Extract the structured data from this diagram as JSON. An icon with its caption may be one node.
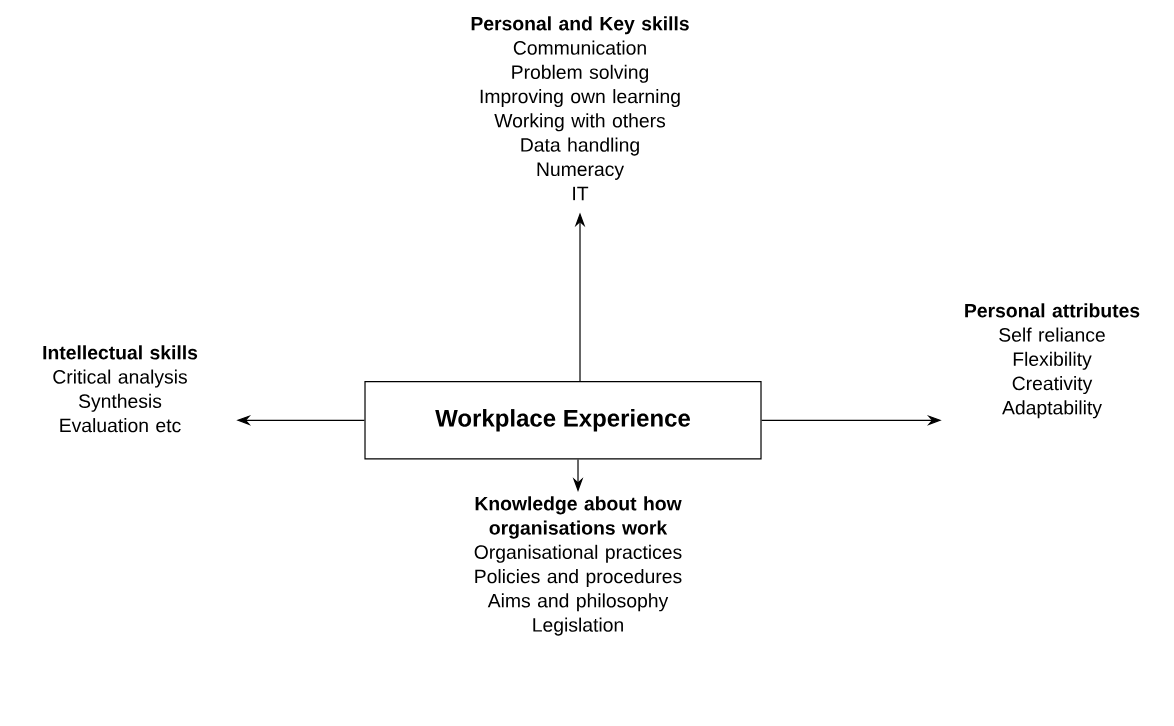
{
  "diagram": {
    "nodes": [
      {
        "text": [
          "Workplace Experience"
        ]
      },
      {
        "text": [
          "Personal and Key skills",
          "Communication",
          "Problem solving",
          "Improving own learning",
          "Working with others",
          "Data handling",
          "Numeracy",
          "IT"
        ]
      },
      {
        "text": [
          "Intellectual skills",
          "Critical analysis",
          "Synthesis",
          "Evaluation etc"
        ]
      },
      {
        "text": [
          "Personal attributes",
          "Self reliance",
          "Flexibility",
          "Creativity",
          "Adaptability"
        ]
      },
      {
        "text": [
          "Knowledge about how organisations work",
          "Organisational practices",
          "Policies and procedures",
          "Aims and philosophy",
          "Legislation"
        ]
      }
    ],
    "edges": [
      {
        "from": 0,
        "to": 1,
        "arrow": "to"
      },
      {
        "from": 0,
        "to": 2,
        "arrow": "to"
      },
      {
        "from": 0,
        "to": 3,
        "arrow": "to"
      },
      {
        "from": 0,
        "to": 4,
        "arrow": "to"
      }
    ]
  }
}
